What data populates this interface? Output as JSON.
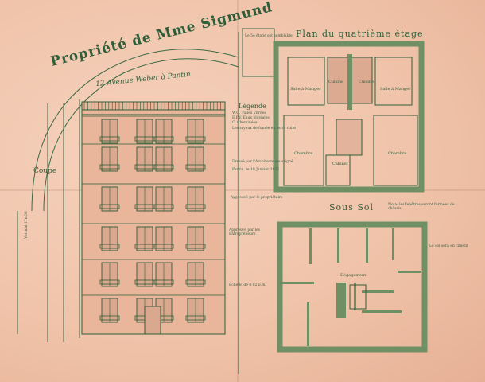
{
  "title": {
    "owner": "Propriété de Mme Sigmund",
    "address": "12 Avenue Weber à Pantin"
  },
  "plan_upper": {
    "heading": "Plan du quatrième étage",
    "note": "Le 5e étage est semblable",
    "rooms": [
      "Salle à Manger",
      "Salle à Manger",
      "Cuisine",
      "Cuisine",
      "Chambre",
      "Chambre",
      "Cabinet"
    ]
  },
  "legend": {
    "heading": "Légende",
    "lines": [
      "W.C. Tuiles Vitrées",
      "E.P.V. Eaux pluviales",
      "C. Cheminées",
      "Les tuyaux de fumée en terre cuite"
    ],
    "drawn": "Dressé par l'Architecte soussigné",
    "date": "Pantin, le 10 Janvier 1922",
    "approved": "Approuvé par le propriétaire"
  },
  "plan_lower": {
    "heading": "Sous Sol",
    "note": "Nota: les fenêtres seront fermées de châssis",
    "note_left": "Approuvé par les Entrepreneurs",
    "note_right": "Le sol sera en ciment",
    "rooms": [
      "Dégagement"
    ],
    "scale": "Échelle de 0.02 p.m."
  },
  "section": {
    "label": "Coupe",
    "vertical": "Vertical 17m50"
  },
  "colors": {
    "paper": "#efc3aa",
    "ink": "#2f5e3a",
    "wall": "#6f8f65"
  }
}
